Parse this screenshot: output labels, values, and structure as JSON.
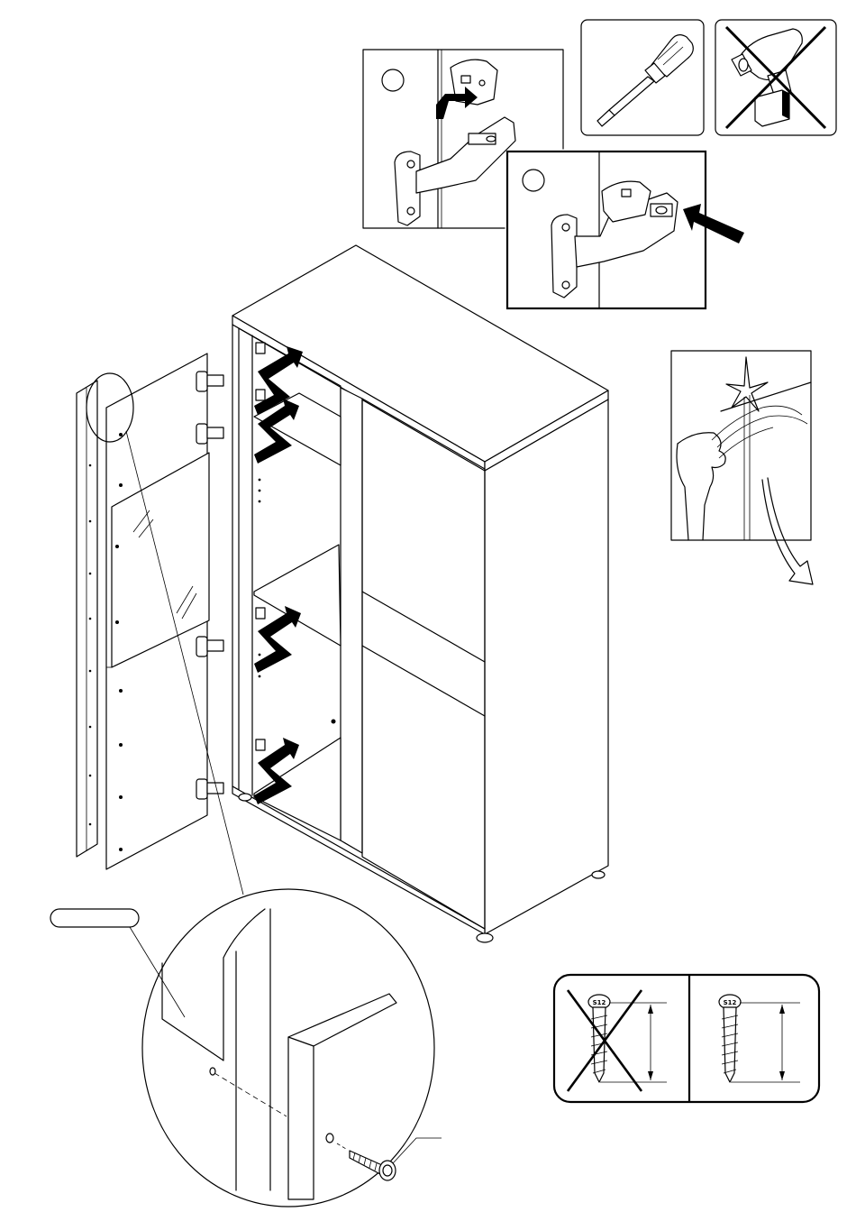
{
  "steps": [
    {
      "id": "step-1",
      "label": ""
    },
    {
      "id": "step-2",
      "label": ""
    }
  ],
  "tools": [
    {
      "name": "screwdriver-icon",
      "allowed": true
    },
    {
      "name": "power-drill-icon",
      "allowed": false
    }
  ],
  "part_callout": {
    "label": ""
  },
  "screw_head_marking": "S12",
  "colors": {
    "line": "#000000",
    "background": "#ffffff"
  }
}
